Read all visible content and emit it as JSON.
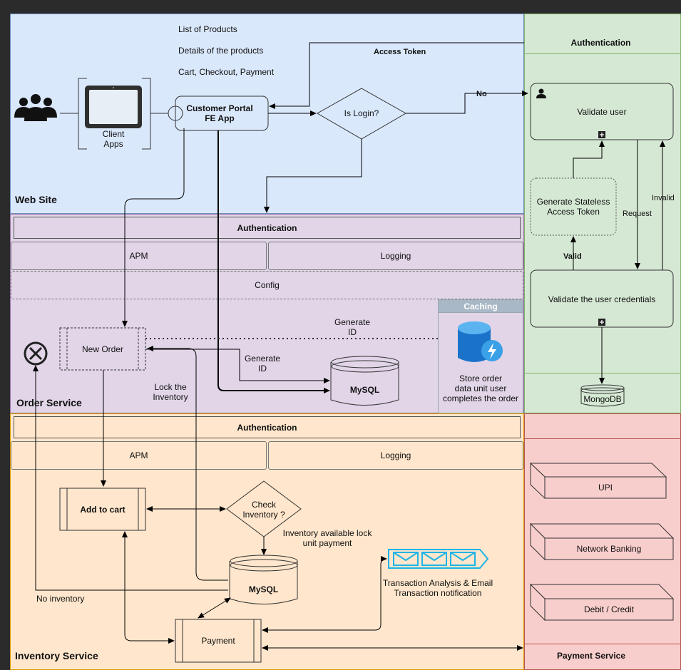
{
  "web_site": {
    "label": "Web Site",
    "notes": [
      "List  of Products",
      "Details of the products",
      "Cart, Checkout, Payment"
    ],
    "client_apps": "Client\nApps",
    "portal": "Customer Portal\nFE App",
    "is_login": "Is Login?",
    "access_token": "Access Token",
    "no": "No"
  },
  "auth_panel": {
    "title": "Authentication",
    "validate_user": "Validate user",
    "generate_token": "Generate Stateless\nAccess Token",
    "invalid": "Invalid",
    "request": "Request",
    "valid": "Valid",
    "validate_credentials": "Validate the user credentials",
    "mongodb": "MongoDB"
  },
  "order_service": {
    "label": "Order Service",
    "authentication": "Authentication",
    "apm": "APM",
    "logging": "Logging",
    "config": "Config",
    "caching": "Caching",
    "new_order": "New Order",
    "generate_id_top": "Generate\nID",
    "generate_id": "Generate\nID",
    "lock_inventory": "Lock the\nInventory",
    "mysql": "MySQL",
    "cache_note": "Store order\ndata unit user\ncompletes the order"
  },
  "inventory_service": {
    "label": "Inventory  Service",
    "authentication": "Authentication",
    "apm": "APM",
    "logging": "Logging",
    "add_to_cart": "Add to cart",
    "check_inventory": "Check\nInventory ?",
    "inventory_available": "Inventory available lock\nunit payment",
    "mysql": "MySQL",
    "no_inventory": "No inventory",
    "payment": "Payment",
    "transaction_note": "Transaction Analysis & Email\nTransaction notification"
  },
  "payment_service": {
    "label": "Payment Service",
    "methods": [
      "UPI",
      "Network Banking",
      "Debit / Credit"
    ]
  },
  "colors": {
    "web": "#dae8fc",
    "auth": "#d5e8d4",
    "order": "#e1d5e7",
    "inventory": "#ffe6cc",
    "payment": "#f8cecc",
    "cache_header": "#a9b8c6"
  }
}
